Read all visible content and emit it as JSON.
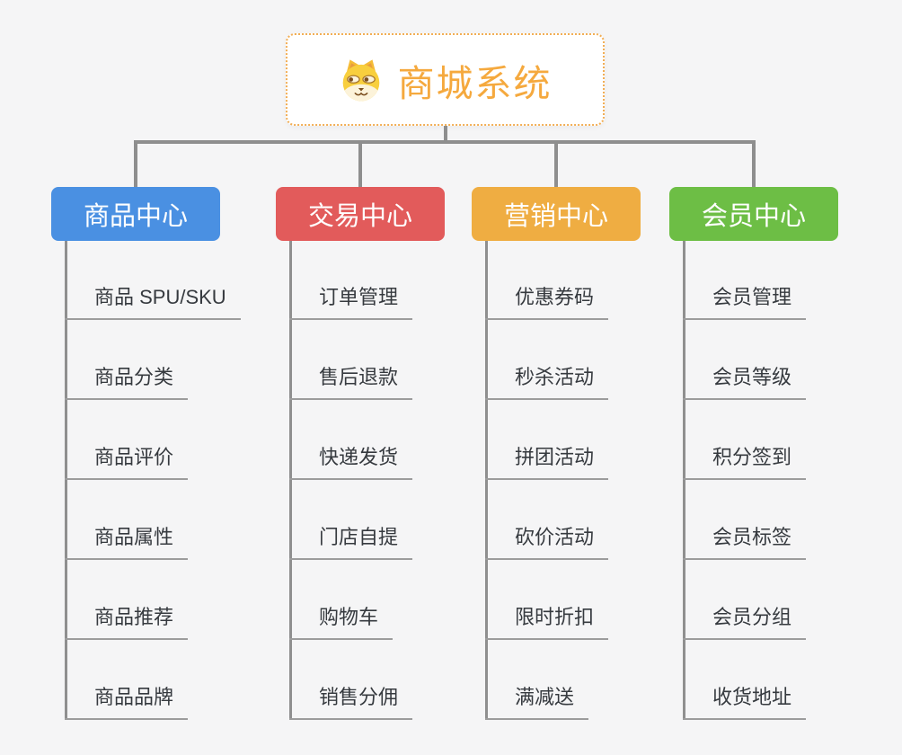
{
  "root": {
    "title": "商城系统",
    "icon": "doge-face"
  },
  "branches": [
    {
      "label": "商品中心",
      "color": "#4A90E2",
      "items": [
        "商品 SPU/SKU",
        "商品分类",
        "商品评价",
        "商品属性",
        "商品推荐",
        "商品品牌"
      ]
    },
    {
      "label": "交易中心",
      "color": "#E25B5B",
      "items": [
        "订单管理",
        "售后退款",
        "快递发货",
        "门店自提",
        "购物车",
        "销售分佣"
      ]
    },
    {
      "label": "营销中心",
      "color": "#EFAD42",
      "items": [
        "优惠券码",
        "秒杀活动",
        "拼团活动",
        "砍价活动",
        "限时折扣",
        "满减送"
      ]
    },
    {
      "label": "会员中心",
      "color": "#6DBE45",
      "items": [
        "会员管理",
        "会员等级",
        "积分签到",
        "会员标签",
        "会员分组",
        "收货地址"
      ]
    }
  ],
  "style_colors": {
    "background": "#F5F5F6",
    "root_text": "#F5A93E",
    "root_border": "#F2AE55",
    "connector": "#8E8E8E",
    "trunk": "#8F8F8F",
    "underline": "#9C9C9C",
    "item_text": "#363A3F",
    "branch_text": "#FFFFFF"
  }
}
